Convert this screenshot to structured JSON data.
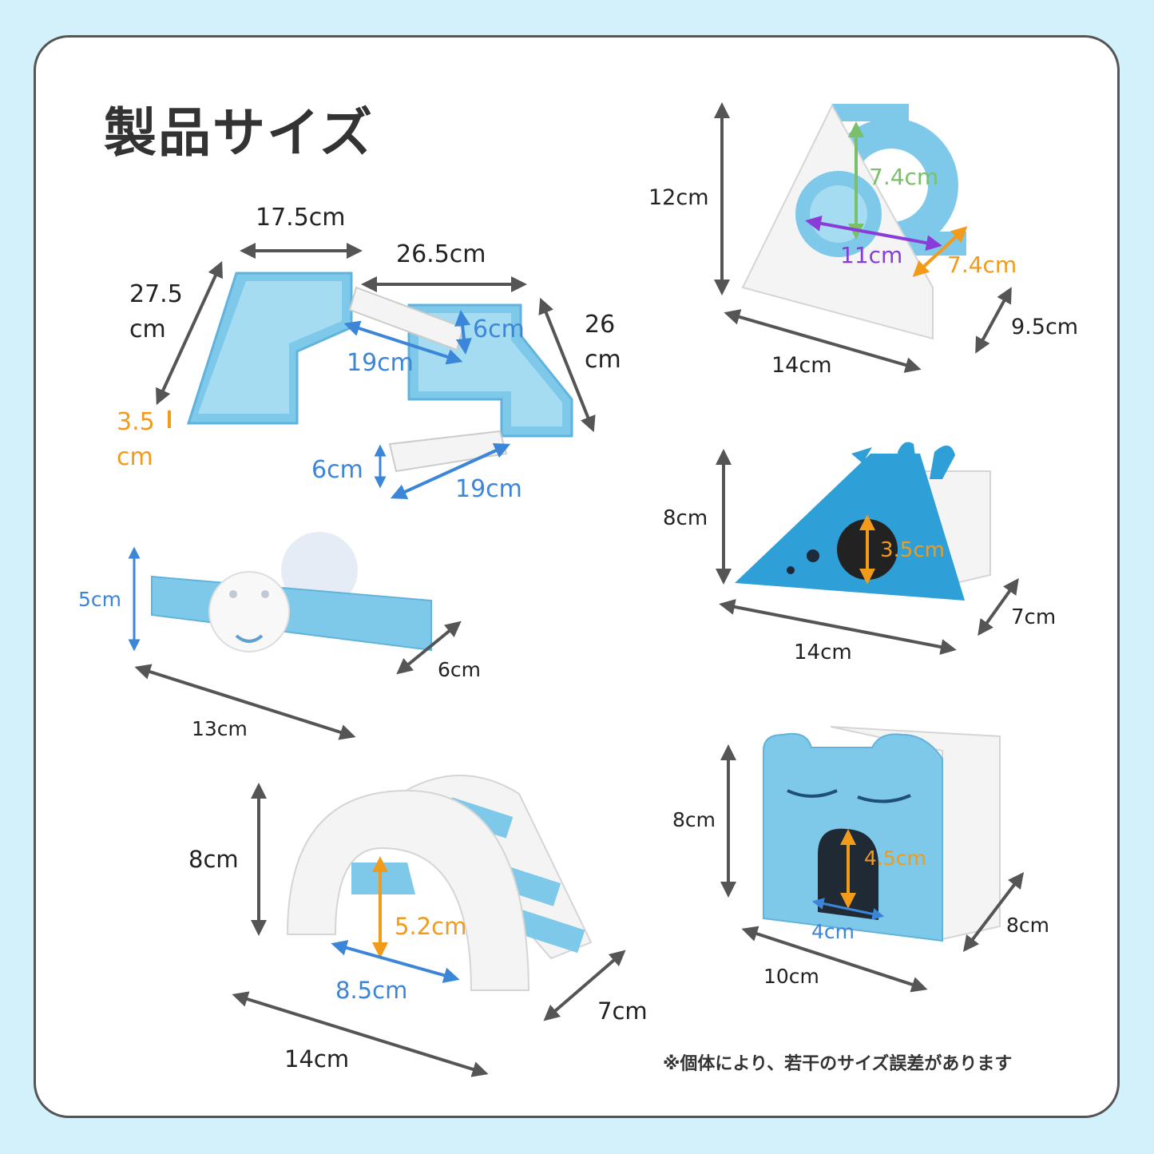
{
  "page": {
    "title": "製品サイズ",
    "note": "※個体により、若干のサイズ誤差があります",
    "colors": {
      "background": "#d3f1fb",
      "card": "#ffffff",
      "toy_blue": "#7ec9ea",
      "dim_blue": "#3b86d8",
      "dim_orange": "#f29a1a",
      "dim_green": "#7ac06a",
      "dim_purple": "#8a3cd8",
      "dim_dark": "#555555"
    }
  },
  "products": {
    "platform": {
      "width_top": "17.5cm",
      "width_right": "26.5cm",
      "depth_left_1": "27.5",
      "depth_left_2": "cm",
      "depth_right_1": "26",
      "depth_right_2": "cm",
      "height_1": "3.5",
      "height_2": "cm",
      "ladder_top_height": "6cm",
      "ladder_top_length": "19cm",
      "ladder_bottom_height": "6cm",
      "ladder_bottom_length": "19cm"
    },
    "swing": {
      "height": "12cm",
      "inner_height": "7.4cm",
      "inner_width": "11cm",
      "inner_depth": "7.4cm",
      "width": "14cm",
      "depth": "9.5cm"
    },
    "rabbit_ramp": {
      "height": "8cm",
      "hole": "3.5cm",
      "width": "14cm",
      "depth": "7cm"
    },
    "seesaw": {
      "height": "5cm",
      "depth": "6cm",
      "width": "13cm"
    },
    "arch_bridge": {
      "height": "8cm",
      "inner_height": "5.2cm",
      "inner_width": "8.5cm",
      "width": "14cm",
      "depth": "7cm"
    },
    "sleepy_house": {
      "height": "8cm",
      "door_height": "4.5cm",
      "door_width": "4cm",
      "width": "10cm",
      "depth": "8cm"
    }
  }
}
